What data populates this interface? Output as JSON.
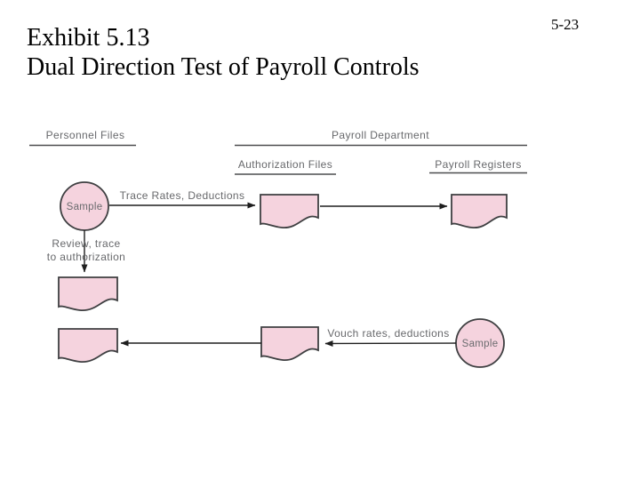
{
  "slide": {
    "title_line1": "Exhibit 5.13",
    "title_line2": "Dual Direction Test of Payroll Controls",
    "page_number": "5-23"
  },
  "diagram": {
    "columns": {
      "personnel_files": "Personnel Files",
      "payroll_department": "Payroll Department",
      "authorization_files": "Authorization Files",
      "payroll_registers": "Payroll Registers"
    },
    "nodes": {
      "sample_top": "Sample",
      "sample_bottom": "Sample"
    },
    "labels": {
      "trace": "Trace Rates, Deductions",
      "review_line1": "Review, trace",
      "review_line2": "to authorization",
      "vouch": "Vouch rates, deductions"
    },
    "colors": {
      "shape_fill": "#f5d3de",
      "shape_stroke": "#3e3f41",
      "label_text": "#67686b",
      "arrow": "#1e1e1e"
    }
  }
}
